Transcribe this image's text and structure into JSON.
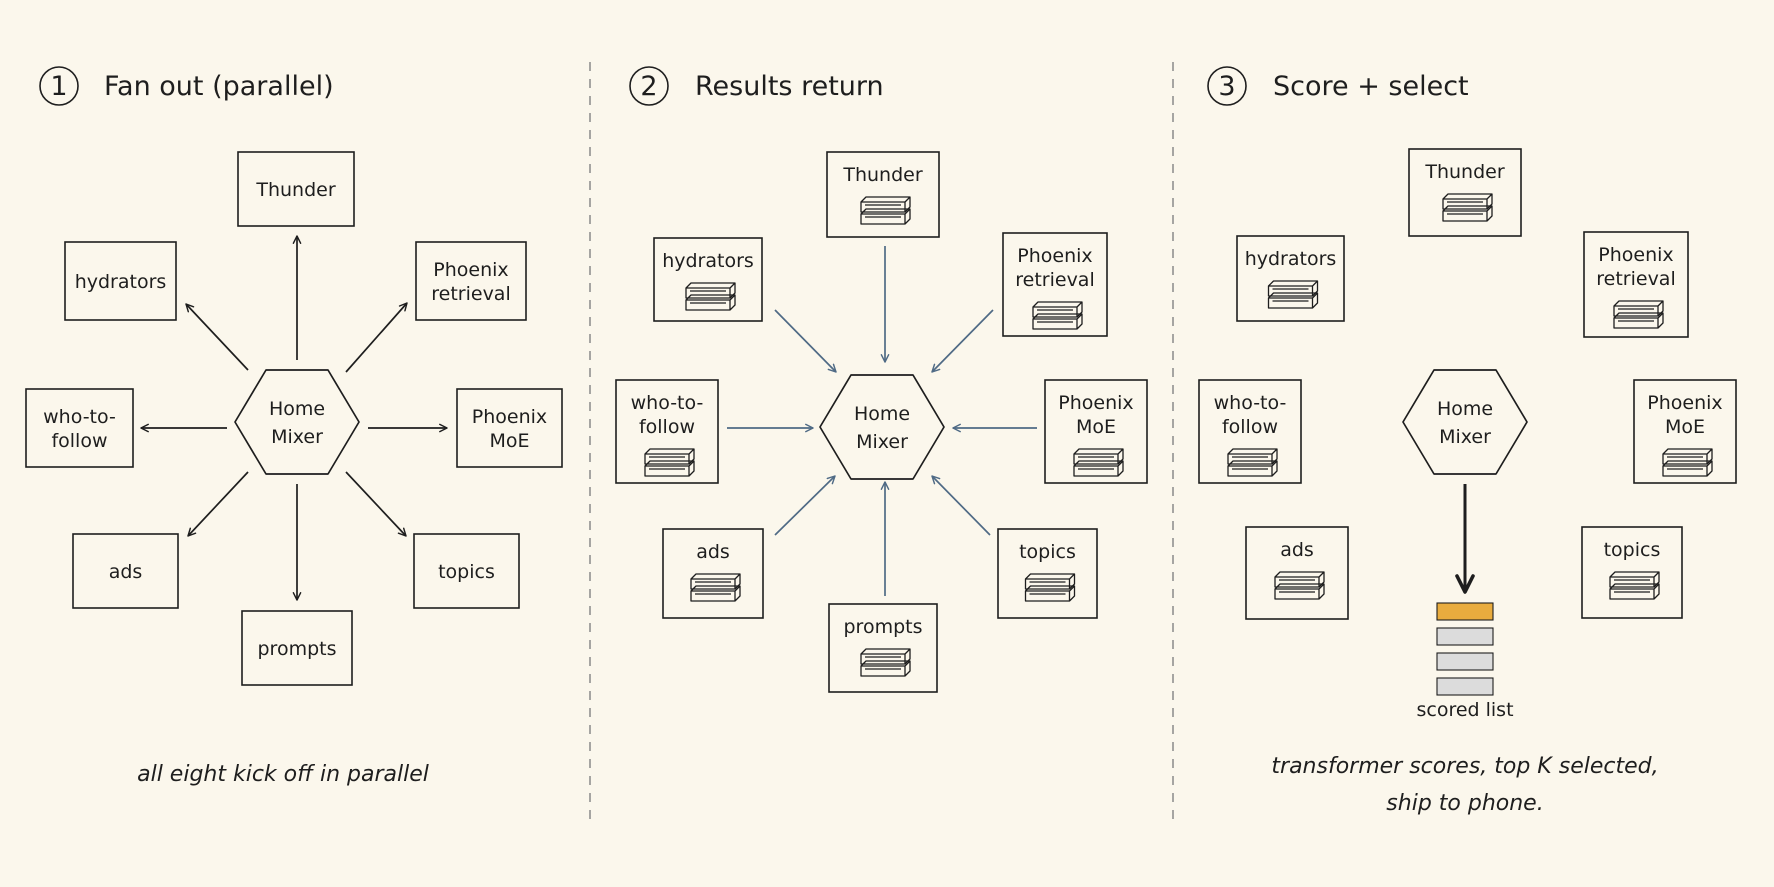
{
  "panels": [
    {
      "step": "1",
      "title": "Fan out (parallel)",
      "caption": [
        "all eight kick off in parallel"
      ],
      "arrow_direction": "outward",
      "center_label": [
        "Home",
        "Mixer"
      ],
      "nodes": [
        {
          "key": "thunder",
          "label": [
            "Thunder"
          ],
          "db": false
        },
        {
          "key": "hydrators",
          "label": [
            "hydrators"
          ],
          "db": false
        },
        {
          "key": "phoenix-retrieval",
          "label": [
            "Phoenix",
            "retrieval"
          ],
          "db": false
        },
        {
          "key": "who-to-follow",
          "label": [
            "who-to-",
            "follow"
          ],
          "db": false
        },
        {
          "key": "phoenix-moe",
          "label": [
            "Phoenix",
            "MoE"
          ],
          "db": false
        },
        {
          "key": "ads",
          "label": [
            "ads"
          ],
          "db": false
        },
        {
          "key": "topics",
          "label": [
            "topics"
          ],
          "db": false
        },
        {
          "key": "prompts",
          "label": [
            "prompts"
          ],
          "db": false
        }
      ]
    },
    {
      "step": "2",
      "title": "Results return",
      "caption": [],
      "arrow_direction": "inward",
      "center_label": [
        "Home",
        "Mixer"
      ],
      "nodes": [
        {
          "key": "thunder",
          "label": [
            "Thunder"
          ],
          "db": true
        },
        {
          "key": "hydrators",
          "label": [
            "hydrators"
          ],
          "db": true
        },
        {
          "key": "phoenix-retrieval",
          "label": [
            "Phoenix",
            "retrieval"
          ],
          "db": true
        },
        {
          "key": "who-to-follow",
          "label": [
            "who-to-",
            "follow"
          ],
          "db": true
        },
        {
          "key": "phoenix-moe",
          "label": [
            "Phoenix",
            "MoE"
          ],
          "db": true
        },
        {
          "key": "ads",
          "label": [
            "ads"
          ],
          "db": true
        },
        {
          "key": "topics",
          "label": [
            "topics"
          ],
          "db": true
        },
        {
          "key": "prompts",
          "label": [
            "prompts"
          ],
          "db": true
        }
      ]
    },
    {
      "step": "3",
      "title": "Score + select",
      "caption": [
        "transformer scores, top K selected,",
        "ship to phone."
      ],
      "arrow_direction": "none",
      "center_label": [
        "Home",
        "Mixer"
      ],
      "nodes": [
        {
          "key": "thunder",
          "label": [
            "Thunder"
          ],
          "db": true
        },
        {
          "key": "hydrators",
          "label": [
            "hydrators"
          ],
          "db": true
        },
        {
          "key": "phoenix-retrieval",
          "label": [
            "Phoenix",
            "retrieval"
          ],
          "db": true
        },
        {
          "key": "who-to-follow",
          "label": [
            "who-to-",
            "follow"
          ],
          "db": true
        },
        {
          "key": "phoenix-moe",
          "label": [
            "Phoenix",
            "MoE"
          ],
          "db": true
        },
        {
          "key": "ads",
          "label": [
            "ads"
          ],
          "db": true
        },
        {
          "key": "topics",
          "label": [
            "topics"
          ],
          "db": true
        }
      ],
      "scored_list": {
        "label": "scored list",
        "item_count": 4,
        "highlight_index": 0
      }
    }
  ],
  "colors": {
    "background": "#fbf7ec",
    "ink": "#1e1e1e",
    "return_arrow": "#4f6a85",
    "highlight": "#e9ac3e",
    "list_item": "#dcdcdc",
    "divider": "#8a8a8a"
  }
}
